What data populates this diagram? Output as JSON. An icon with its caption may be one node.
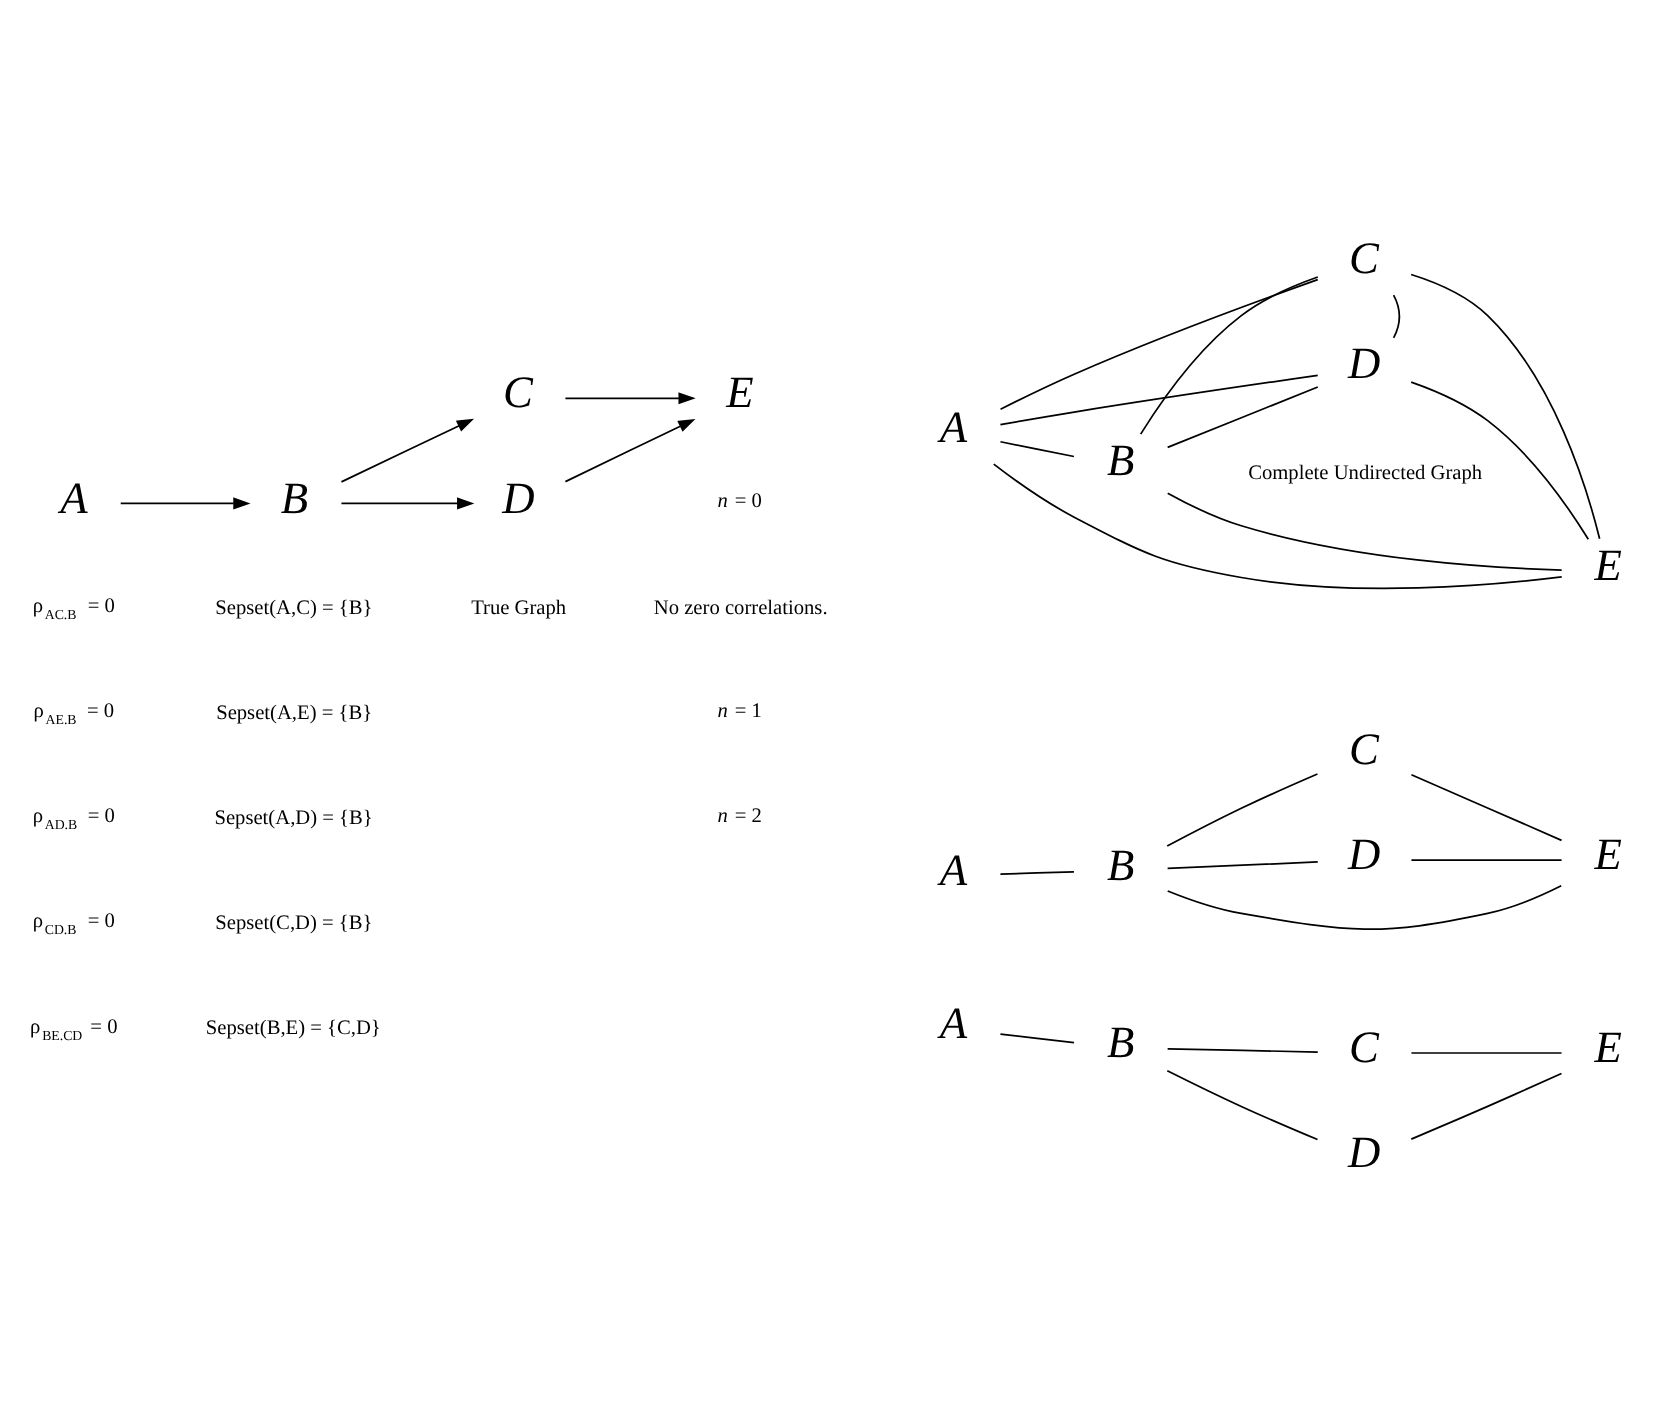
{
  "diagram": {
    "nodes": [
      {
        "text": [
          "A"
        ]
      },
      {
        "text": [
          "B"
        ]
      },
      {
        "text": [
          "C"
        ]
      },
      {
        "text": [
          "D"
        ]
      },
      {
        "text": [
          "E"
        ]
      },
      {
        "text": [
          "A"
        ]
      },
      {
        "text": [
          "B"
        ]
      },
      {
        "text": [
          "C"
        ]
      },
      {
        "text": [
          "D"
        ]
      },
      {
        "text": [
          "E"
        ]
      },
      {
        "text": [
          "A"
        ]
      },
      {
        "text": [
          "B"
        ]
      },
      {
        "text": [
          "C"
        ]
      },
      {
        "text": [
          "D"
        ]
      },
      {
        "text": [
          "E"
        ]
      },
      {
        "text": [
          "A"
        ]
      },
      {
        "text": [
          "B"
        ]
      },
      {
        "text": [
          "C"
        ]
      },
      {
        "text": [
          "D"
        ]
      },
      {
        "text": [
          "E"
        ]
      }
    ],
    "edges": [
      {
        "from": 0,
        "to": 1,
        "arrow": "to"
      },
      {
        "from": 1,
        "to": 2,
        "arrow": "to"
      },
      {
        "from": 1,
        "to": 3,
        "arrow": "to"
      },
      {
        "from": 2,
        "to": 4,
        "arrow": "to"
      },
      {
        "from": 3,
        "to": 4,
        "arrow": "to"
      },
      {
        "from": 5,
        "to": 6,
        "arrow": "none"
      },
      {
        "from": 5,
        "to": 7,
        "arrow": "none"
      },
      {
        "from": 5,
        "to": 8,
        "arrow": "none"
      },
      {
        "from": 5,
        "to": 9,
        "arrow": "none"
      },
      {
        "from": 6,
        "to": 7,
        "arrow": "none"
      },
      {
        "from": 6,
        "to": 8,
        "arrow": "none"
      },
      {
        "from": 6,
        "to": 9,
        "arrow": "none"
      },
      {
        "from": 7,
        "to": 8,
        "arrow": "none"
      },
      {
        "from": 7,
        "to": 9,
        "arrow": "none"
      },
      {
        "from": 8,
        "to": 9,
        "arrow": "none"
      },
      {
        "from": 10,
        "to": 11,
        "arrow": "none"
      },
      {
        "from": 11,
        "to": 12,
        "arrow": "none"
      },
      {
        "from": 11,
        "to": 13,
        "arrow": "none"
      },
      {
        "from": 11,
        "to": 14,
        "arrow": "none"
      },
      {
        "from": 12,
        "to": 14,
        "arrow": "none"
      },
      {
        "from": 13,
        "to": 14,
        "arrow": "none"
      },
      {
        "from": 15,
        "to": 16,
        "arrow": "none"
      },
      {
        "from": 16,
        "to": 17,
        "arrow": "none"
      },
      {
        "from": 16,
        "to": 18,
        "arrow": "none"
      },
      {
        "from": 17,
        "to": 19,
        "arrow": "none"
      },
      {
        "from": 18,
        "to": 19,
        "arrow": "none"
      }
    ],
    "labels": [
      "True Graph",
      "Complete Undirected Graph",
      "*n* = 0",
      "No zero correlations.",
      "*n* = 1",
      "ρ$_{AC.B}$ = 0",
      "Sepset(A,C) = {B}",
      "ρ$_{AE.B}$ = 0",
      "Sepset(A,E) = {B}",
      "ρ$_{AD.B}$ = 0",
      "Sepset(A,D) = {B}",
      "ρ$_{CD.B}$ = 0",
      "Sepset(C,D) = {B}",
      "*n* = 2",
      "ρ$_{BE.CD}$ = 0",
      "Sepset(B,E) = {C,D}"
    ]
  }
}
